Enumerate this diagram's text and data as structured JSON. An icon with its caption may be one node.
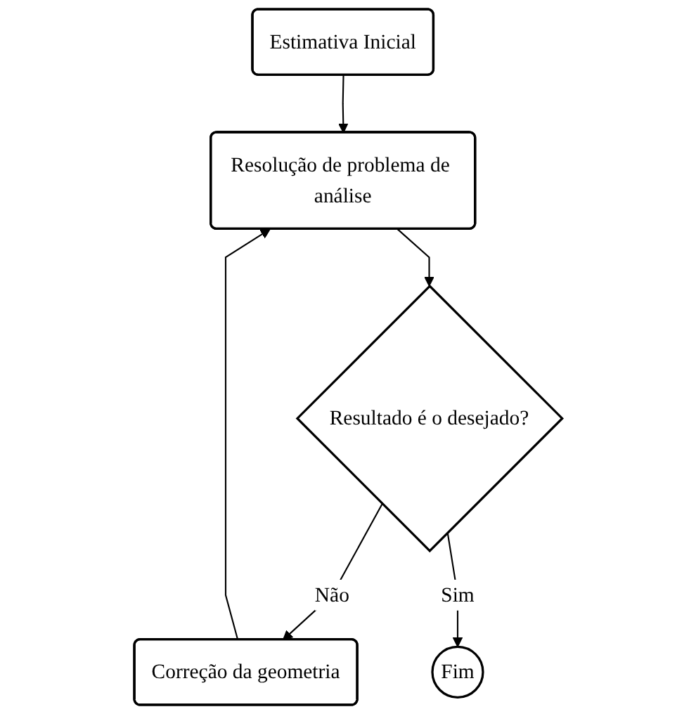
{
  "diagram": {
    "nodes": [
      {
        "text": [
          "Estimativa Inicial"
        ]
      },
      {
        "text": [
          "Resolução de problema de análise"
        ]
      },
      {
        "text": [
          "Correção da geometria"
        ]
      },
      {
        "text": [
          "Resultado é o desejado?"
        ]
      },
      {
        "text": [
          "Fim"
        ]
      }
    ],
    "edges": [
      {
        "from": 0,
        "to": 1,
        "arrow": "to"
      },
      {
        "from": 1,
        "to": 3,
        "arrow": "to"
      },
      {
        "from": 3,
        "to": 2,
        "arrow": "to",
        "label": "Não"
      },
      {
        "from": 2,
        "to": 1,
        "arrow": "to"
      },
      {
        "from": 3,
        "to": 4,
        "arrow": "to",
        "label": "Sim"
      }
    ]
  }
}
